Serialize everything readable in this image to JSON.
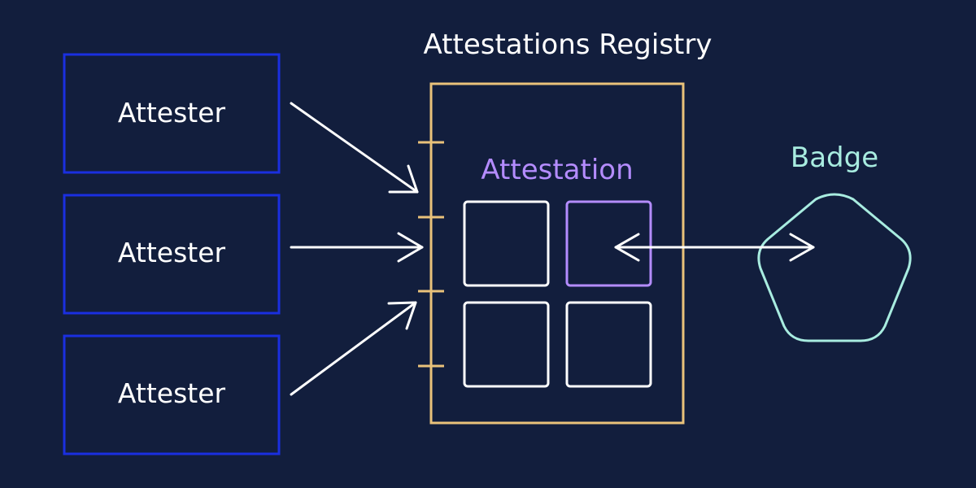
{
  "title": "Attestations Registry",
  "attesters": [
    {
      "label": "Attester"
    },
    {
      "label": "Attester"
    },
    {
      "label": "Attester"
    }
  ],
  "registry": {
    "attestation_label": "Attestation"
  },
  "badge": {
    "label": "Badge"
  },
  "colors": {
    "background": "#121e3d",
    "attester_border": "#1a2fe0",
    "registry_border": "#e9c27a",
    "attestation_accent": "#b48cff",
    "badge_accent": "#a8ece0",
    "arrow": "#ffffff",
    "text": "#ffffff"
  }
}
